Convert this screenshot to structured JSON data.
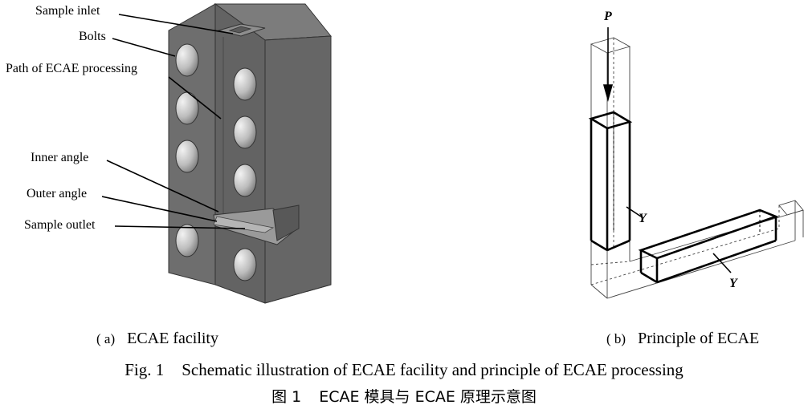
{
  "figure_a": {
    "labels": {
      "sample_inlet": "Sample inlet",
      "bolts": "Bolts",
      "path": "Path of ECAE processing",
      "inner_angle": "Inner angle",
      "outer_angle": "Outer angle",
      "sample_outlet": "Sample outlet"
    },
    "subcaption_letter": "( a)",
    "subcaption_text": "ECAE facility"
  },
  "figure_b": {
    "labels": {
      "p": "P",
      "y1": "Y",
      "y2": "Y"
    },
    "subcaption_letter": "( b)",
    "subcaption_text": "Principle of ECAE"
  },
  "caption_en": {
    "number": "Fig. 1",
    "text": "Schematic illustration of ECAE facility and principle of ECAE processing"
  },
  "caption_cn": {
    "number": "图 1",
    "text": "ECAE 模具与 ECAE 原理示意图"
  },
  "colors": {
    "die_front": "#6b6b6b",
    "die_side": "#5a5a5a",
    "die_top": "#7d7d7d",
    "bolt_light": "#d9d9d9"
  }
}
